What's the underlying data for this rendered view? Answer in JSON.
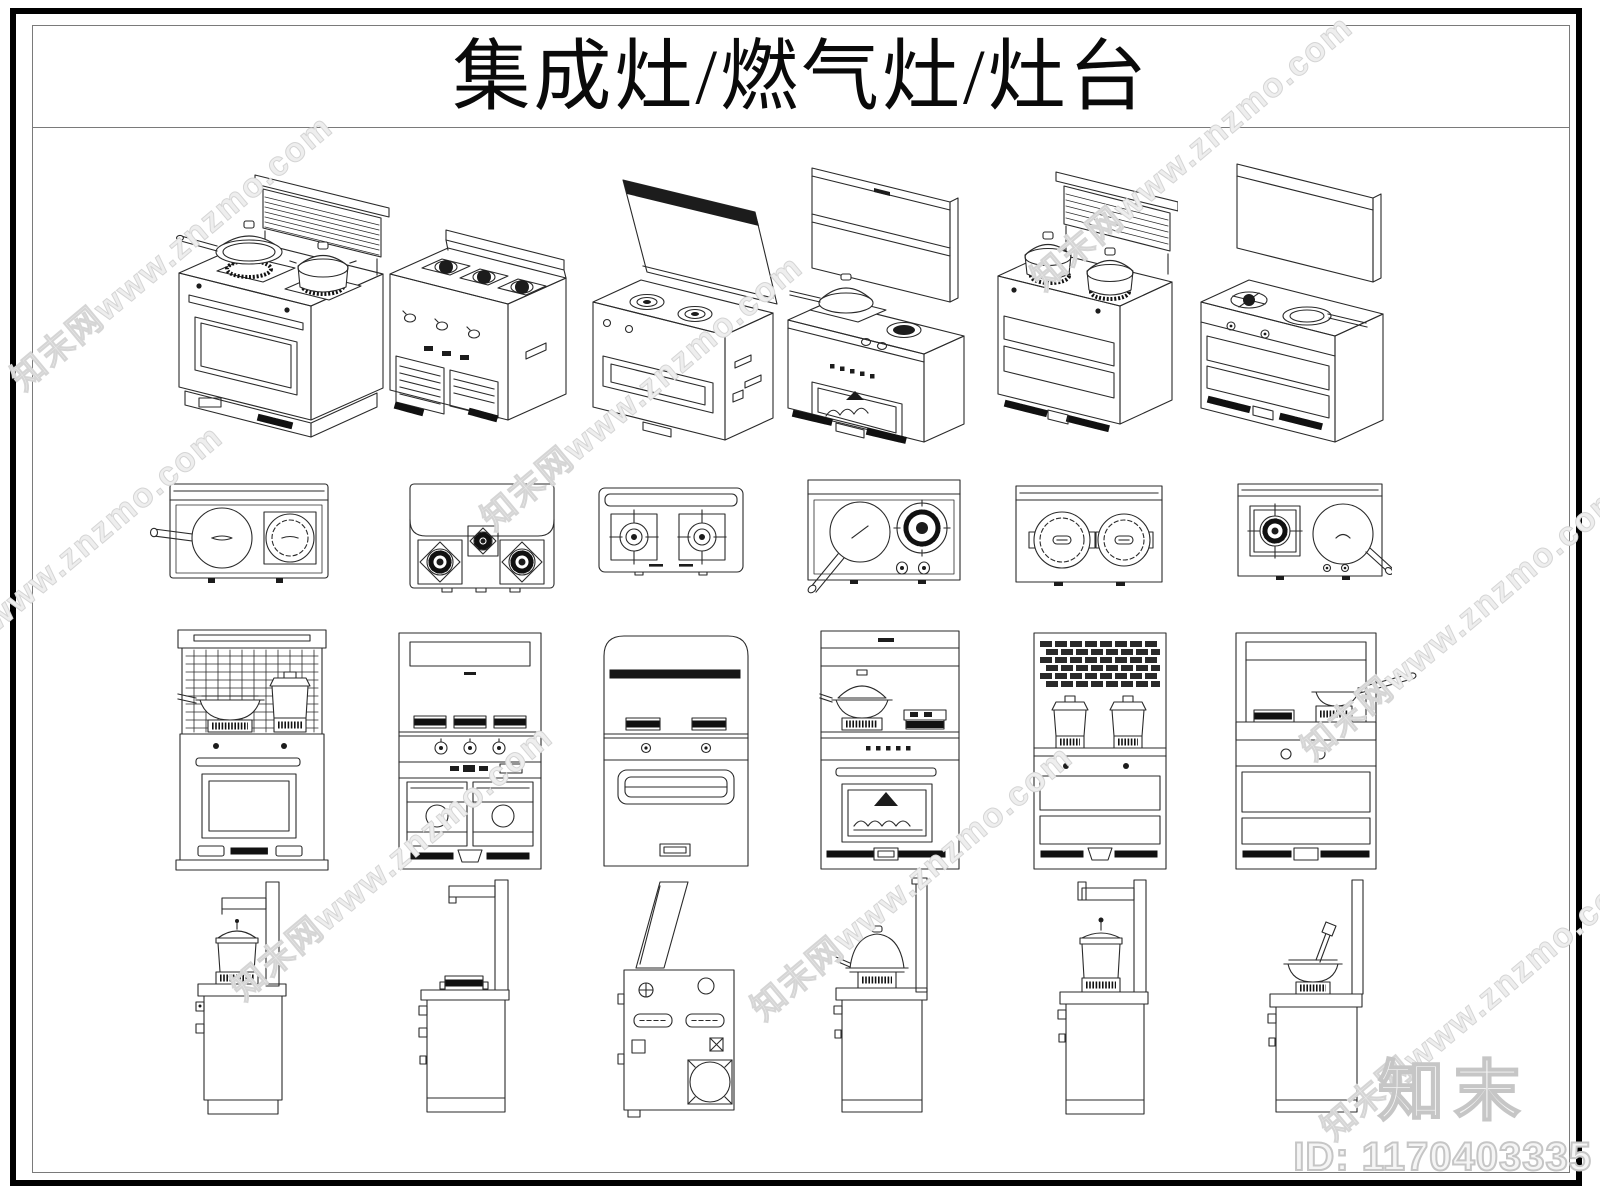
{
  "sheet": {
    "title": "集成灶/燃气灶/灶台",
    "watermark": "知末网www.znzmo.com",
    "brand_logo": "知末",
    "item_id": "ID: 1170403335",
    "colors": {
      "line": "#2a2a2a",
      "outer_border": "#000000",
      "inner_border": "#7a7a7a",
      "watermark": "#d5d5d5"
    }
  },
  "catalog": {
    "rows": [
      {
        "view": "isometric",
        "drawings": [
          "integrated-stove-downdraft-hood-two-pots",
          "integrated-stove-three-burners-double-grill-doors",
          "integrated-stove-lifted-hood-panel-two-burners",
          "integrated-stove-tall-backsplash-wok-steam-oven",
          "integrated-stove-slat-hood-two-stockpots",
          "integrated-stove-glass-screen-burner-and-pan"
        ]
      },
      {
        "view": "top",
        "drawings": [
          "cooktop-top-two-pans",
          "cooktop-top-three-square-burners",
          "cooktop-top-two-burners-crosshair",
          "cooktop-top-pan-and-burner",
          "cooktop-top-two-stockpots",
          "cooktop-top-burner-and-pan-right-handle"
        ]
      },
      {
        "view": "front",
        "drawings": [
          "stove-front-mesh-backsplash-wok-pot-oven",
          "stove-front-double-doors-three-knobs",
          "stove-front-recessed-drawer-handle",
          "stove-front-wok-steam-oven-food",
          "stove-front-slat-hood-two-pots-drawers",
          "stove-front-pan-right-handle-two-drawers"
        ]
      },
      {
        "view": "side",
        "drawings": [
          "stove-side-pot-hood-shelf",
          "stove-side-burner-hood-arm",
          "stove-rear-fan-tilted-hood",
          "stove-side-wok-panel",
          "stove-side-pot-hood-arm",
          "stove-side-wok-spatula-panel"
        ]
      }
    ]
  }
}
